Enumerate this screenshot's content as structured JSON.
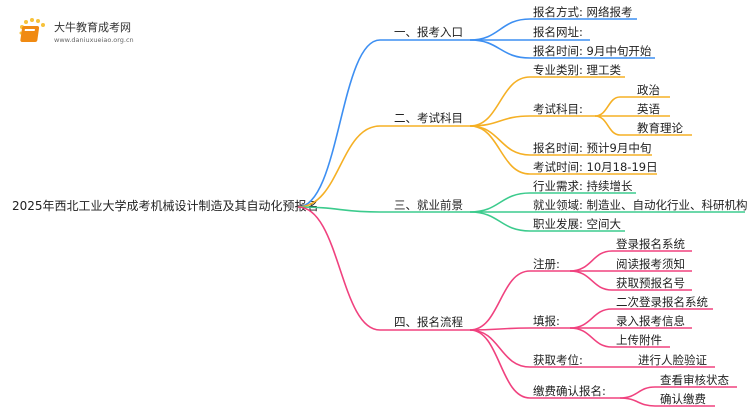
{
  "logo": {
    "title": "大牛教育成考网",
    "url": "www.daniuxueiao.org.cn"
  },
  "root": "2025年西北工业大学成考机械设计制造及其自动化预报名",
  "colors": {
    "blue": "#3d8ff2",
    "orange": "#f5b025",
    "green": "#3ccb8d",
    "pink": "#f0427f"
  },
  "branches": [
    {
      "label": "一、报考入口",
      "children": [
        "报名方式: 网络报考",
        "报名网址:",
        "报名时间: 9月中旬开始"
      ]
    },
    {
      "label": "二、考试科目",
      "children": [
        "专业类别: 理工类",
        {
          "label": "考试科目:",
          "children": [
            "政治",
            "英语",
            "教育理论"
          ]
        },
        "报名时间: 预计9月中旬",
        "考试时间: 10月18-19日"
      ]
    },
    {
      "label": "三、就业前景",
      "children": [
        "行业需求: 持续增长",
        "就业领域: 制造业、自动化行业、科研机构",
        "职业发展: 空间大"
      ]
    },
    {
      "label": "四、报名流程",
      "children": [
        {
          "label": "注册:",
          "children": [
            "登录报名系统",
            "阅读报考须知",
            "获取预报名号"
          ]
        },
        {
          "label": "填报:",
          "children": [
            "二次登录报名系统",
            "录入报考信息",
            "上传附件"
          ]
        },
        {
          "label": "获取考位:",
          "children": [
            "进行人脸验证"
          ]
        },
        {
          "label": "缴费确认报名:",
          "children": [
            "查看审核状态",
            "确认缴费"
          ]
        }
      ]
    }
  ]
}
